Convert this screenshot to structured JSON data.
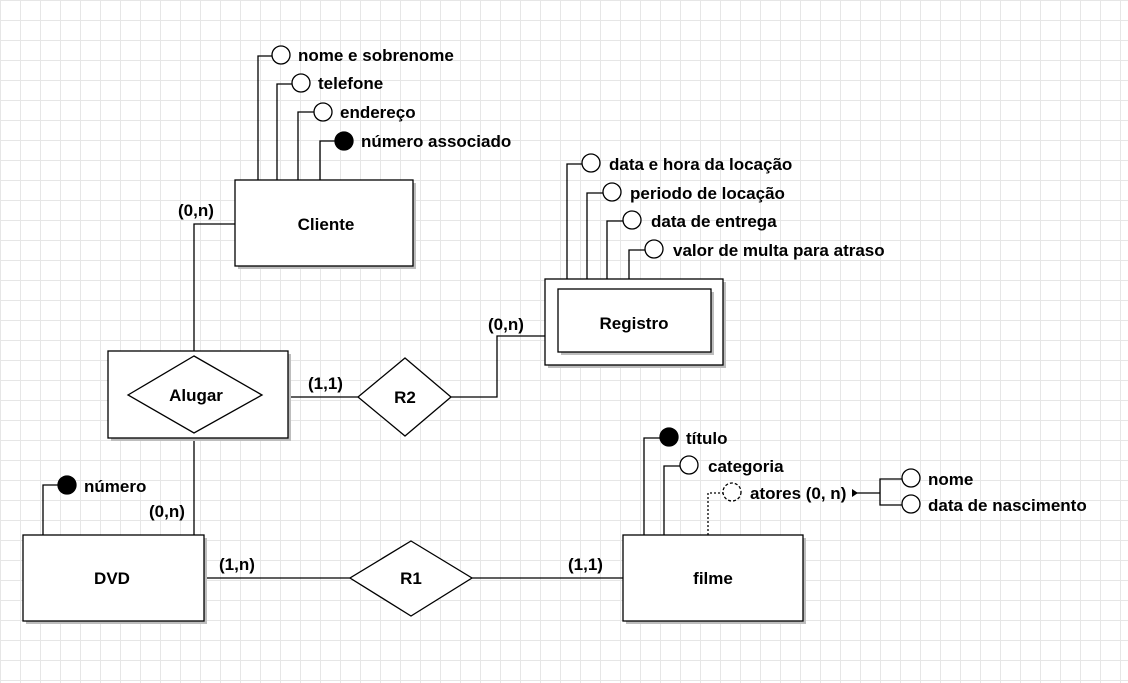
{
  "entities": {
    "cliente": "Cliente",
    "registro": "Registro",
    "dvd": "DVD",
    "filme": "filme"
  },
  "relationships": {
    "alugar": "Alugar",
    "r2": "R2",
    "r1": "R1"
  },
  "cardinalities": {
    "cliente_alugar": "(0,n)",
    "alugar_r2": "(1,1)",
    "r2_registro": "(0,n)",
    "alugar_dvd": "(0,n)",
    "dvd_r1": "(1,n)",
    "r1_filme": "(1,1)"
  },
  "attributes": {
    "cliente": [
      "nome e sobrenome",
      "telefone",
      "endereço",
      "número associado"
    ],
    "registro": [
      "data e hora da locação",
      "periodo de locação",
      "data de entrega",
      "valor de multa para atraso"
    ],
    "dvd": [
      "número"
    ],
    "filme": [
      "título",
      "categoria",
      "atores (0, n)"
    ],
    "atores": [
      "nome",
      "data de nascimento"
    ]
  },
  "attribute_kinds": {
    "key": [
      "número associado",
      "número",
      "título"
    ],
    "multivalued": [
      "atores (0, n)"
    ]
  }
}
